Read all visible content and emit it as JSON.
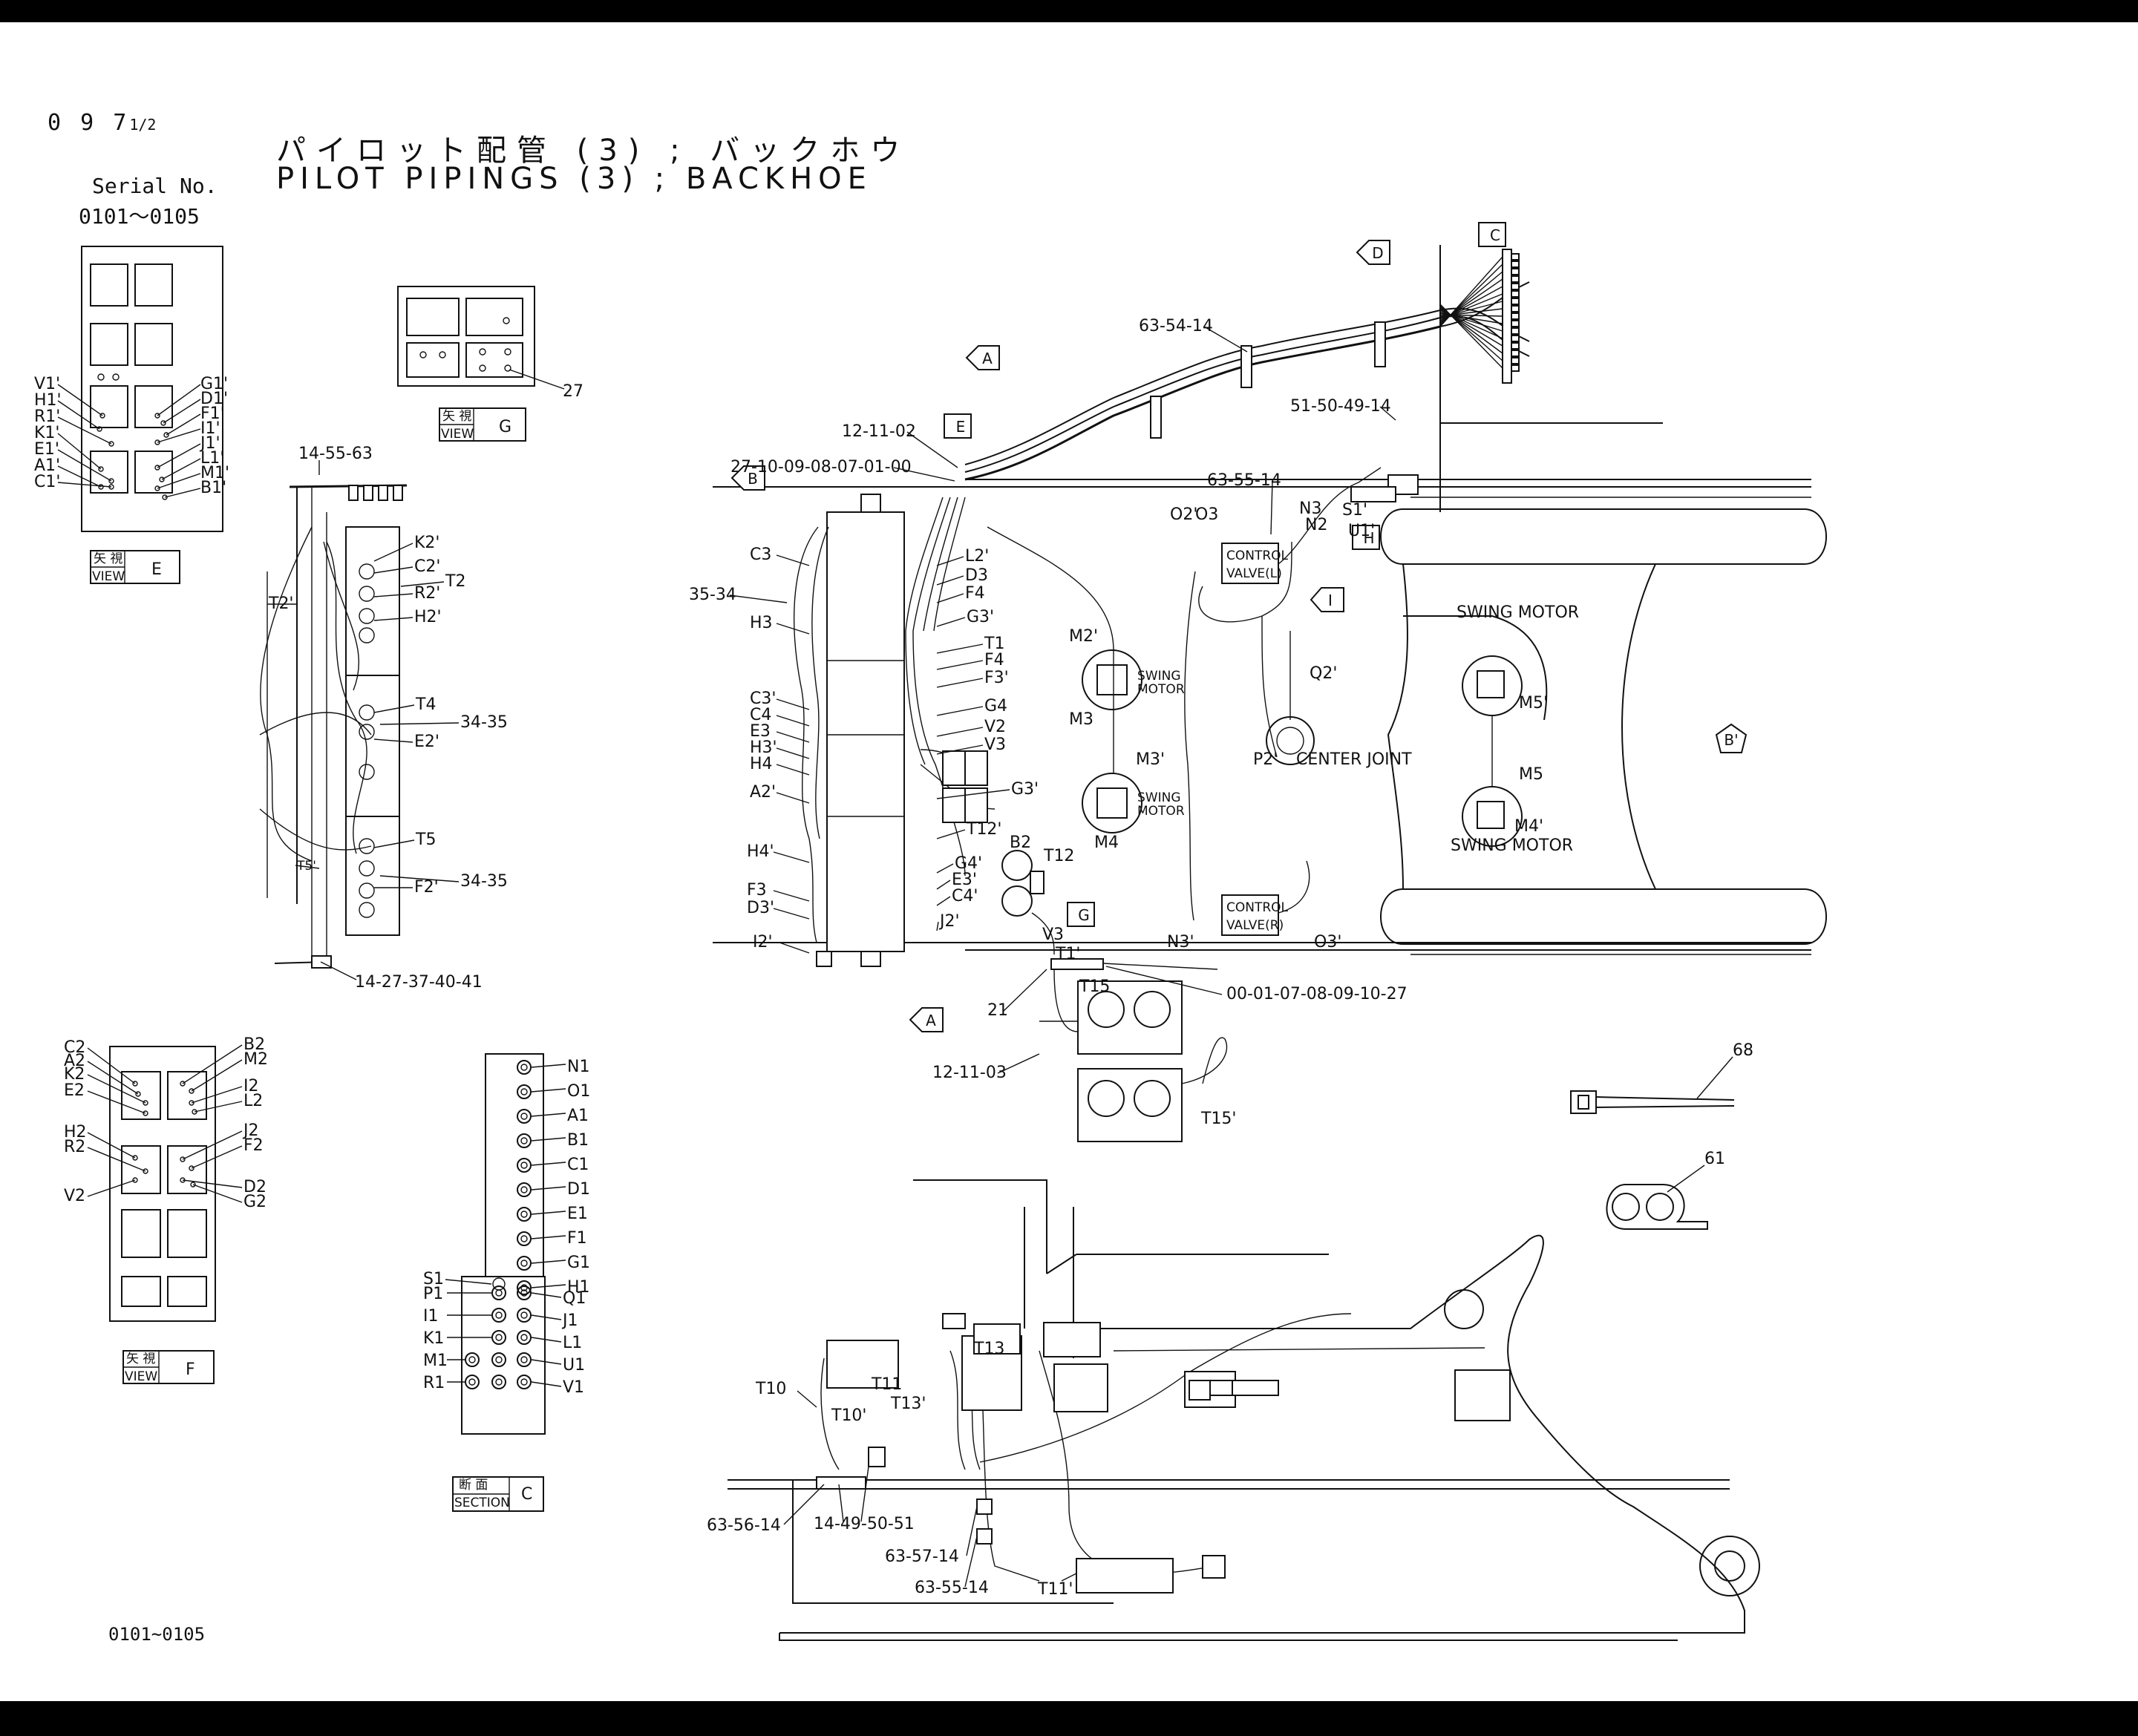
{
  "header": {
    "page_number": "0 9 7",
    "page_fraction": "1/2",
    "title_jp": "パイロット配管 (3) ; バックホウ",
    "title_en": "PILOT PIPINGS (3) ; BACKHOE",
    "serial_label": "Serial No.",
    "serial_range": "0101〜0105",
    "footer_range": "0101~0105"
  },
  "view_e": {
    "caption_jp": "矢 視",
    "caption_en": "VIEW",
    "letter": "E",
    "left_labels": [
      "V1'",
      "H1'",
      "R1'",
      "K1'",
      "E1'",
      "A1'",
      "C1'"
    ],
    "right_labels": [
      "G1'",
      "D1'",
      "F1'",
      "I1'",
      "J1'",
      "L1'",
      "M1'",
      "B1'"
    ]
  },
  "view_g": {
    "caption_jp": "矢 視",
    "caption_en": "VIEW",
    "letter": "G",
    "part": "27"
  },
  "view_f": {
    "caption_jp": "矢 視",
    "caption_en": "VIEW",
    "letter": "F",
    "left_labels": [
      "C2",
      "A2",
      "K2",
      "E2",
      "H2",
      "R2",
      "V2"
    ],
    "right_labels": [
      "B2",
      "M2",
      "I2",
      "L2",
      "J2",
      "F2",
      "D2",
      "G2"
    ]
  },
  "section_c": {
    "caption_jp": "断 面",
    "caption_en": "SECTION",
    "letter": "C",
    "right_column": [
      "N1",
      "O1",
      "A1",
      "B1",
      "C1",
      "D1",
      "E1",
      "F1",
      "G1",
      "H1"
    ],
    "s_label": "S1",
    "pair_left": [
      "P1",
      "I1",
      "K1",
      "M1",
      "R1"
    ],
    "pair_right": [
      "Q1",
      "J1",
      "L1",
      "U1",
      "V1"
    ]
  },
  "side_view": {
    "top_part": "14-55-63",
    "bottom_part": "14-27-37-40-41",
    "labels": [
      "K2'",
      "C2'",
      "T2",
      "R2'",
      "H2'",
      "T2'",
      "T4",
      "34-35",
      "E2'",
      "T5",
      "T5'",
      "34-35",
      "F2'"
    ]
  },
  "main_view": {
    "view_markers": [
      "A",
      "B",
      "C",
      "D",
      "E",
      "G",
      "H",
      "I",
      "A",
      "B'"
    ],
    "part_numbers": [
      "63-54-14",
      "51-50-49-14",
      "12-11-02",
      "27-10-09-08-07-01-00",
      "63-55-14",
      "35-34",
      "00-01-07-08-09-10-27",
      "21",
      "12-11-03"
    ],
    "left_labels": [
      "C3",
      "H3",
      "C3'",
      "C4",
      "E3",
      "H3'",
      "H4",
      "A2'",
      "H4'",
      "F3",
      "D3'",
      "I2'"
    ],
    "center_labels": [
      "L2'",
      "D3",
      "F4",
      "G3'",
      "T1",
      "F4",
      "F3'",
      "G4",
      "V2",
      "V3",
      "G3'",
      "T12'",
      "G4'",
      "E3'",
      "C4'",
      "J2'",
      "B2",
      "T12",
      "V3",
      "T1'",
      "T15",
      "T15'"
    ],
    "swing_labels": [
      "M2'",
      "M3",
      "M3'",
      "M4",
      "M5'",
      "M5",
      "M4'"
    ],
    "swing_motor_small": "SWING MOTOR",
    "swing_motor": "SWING MOTOR",
    "control_valve_l": "CONTROL VALVE(L)",
    "control_valve_r": "CONTROL VALVE(R)",
    "valve_labels": [
      "O2'",
      "O3",
      "N3",
      "N2",
      "S1'",
      "U1'",
      "N3'",
      "O3'"
    ],
    "center_joint": "CENTER JOINT",
    "joint_labels": [
      "Q2'",
      "P2'"
    ]
  },
  "boom_view": {
    "labels": [
      "T13",
      "T10",
      "T11",
      "T10'",
      "T13'",
      "63-56-14",
      "14-49-50-51",
      "63-57-14",
      "63-55-14",
      "T11'"
    ]
  },
  "parts": {
    "clamp": "68",
    "clip": "61"
  }
}
